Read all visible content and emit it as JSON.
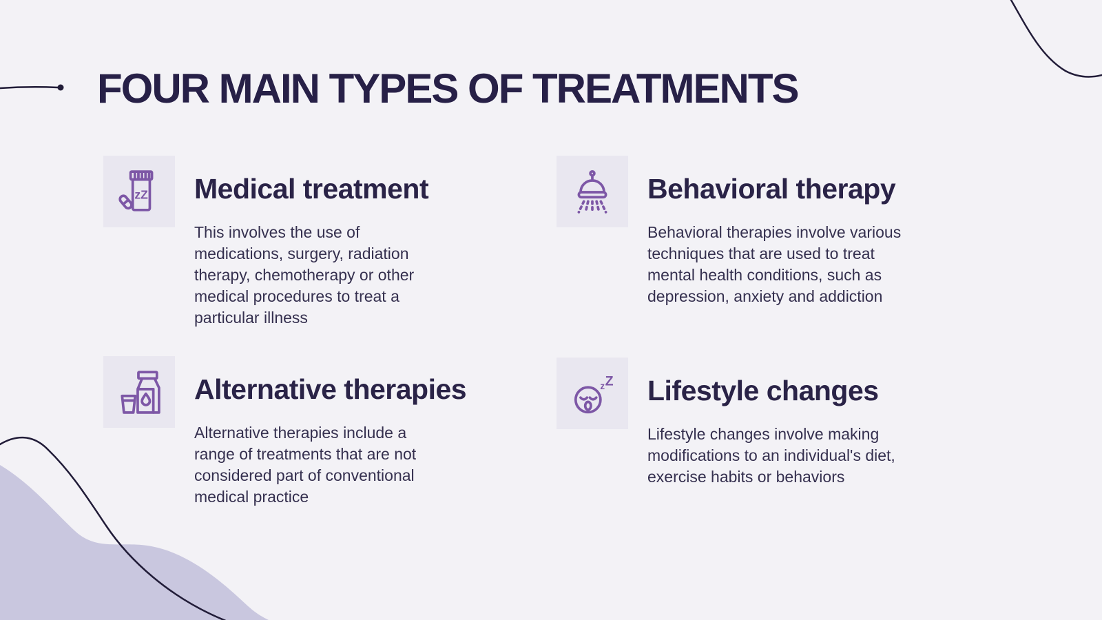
{
  "slide": {
    "title": "FOUR MAIN TYPES OF TREATMENTS"
  },
  "colors": {
    "background": "#f3f2f6",
    "heading": "#272047",
    "card_title": "#2a2347",
    "body_text": "#35304f",
    "icon_purple": "#7d57a6",
    "icon_tile_bg": "#e9e7f0",
    "blob": "#c9c7df",
    "line": "#211c38"
  },
  "cards": [
    {
      "id": "medical-treatment",
      "icon": "sleeping-pills-icon",
      "title": "Medical treatment",
      "body_lines": [
        "This involves the use of",
        "medications, surgery, radiation",
        "therapy, chemotherapy or other",
        "medical procedures to treat a",
        "particular illness"
      ]
    },
    {
      "id": "behavioral-therapy",
      "icon": "shower-head-icon",
      "title": "Behavioral therapy",
      "body_lines": [
        "Behavioral therapies involve various",
        "techniques that are used to treat",
        "mental health conditions, such as",
        "depression, anxiety and addiction"
      ]
    },
    {
      "id": "alternative-therapies",
      "icon": "milk-carton-glass-icon",
      "title": "Alternative therapies",
      "body_lines": [
        "Alternative therapies include a",
        "range of treatments that are not",
        "considered part of conventional",
        "medical practice"
      ]
    },
    {
      "id": "lifestyle-changes",
      "icon": "sleeping-face-icon",
      "title": "Lifestyle changes",
      "body_lines": [
        "Lifestyle changes involve making",
        "modifications to an individual's diet,",
        "exercise habits or behaviors"
      ]
    }
  ],
  "icon_text": {
    "bottle_zz": "zZ",
    "face_z_small": "z",
    "face_z_big": "Z"
  }
}
